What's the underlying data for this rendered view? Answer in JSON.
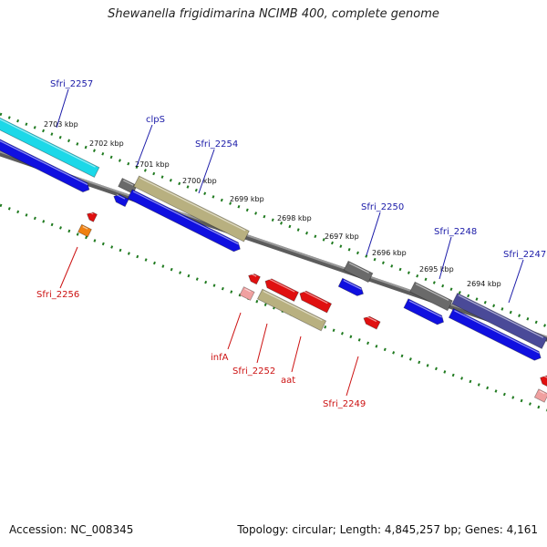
{
  "title": "Shewanella frigidimarina NCIMB 400, complete genome",
  "footer": {
    "accession": "Accession: NC_008345",
    "summary": "Topology: circular; Length: 4,845,257 bp; Genes: 4,161"
  },
  "colors": {
    "label_forward": "#1a1aa8",
    "label_reverse": "#cc1111",
    "backbone": "#7a7a7a",
    "dotted_track": "#1f7a1f",
    "cds_forward": "#1010e0",
    "cds_reverse": "#e01010",
    "rna_forward": "#6a6a6a",
    "gene_cyan": "#1cd8e8",
    "gene_olive": "#b8b080",
    "gene_purple": "#4a4a98",
    "gene_pink": "#f0a0a0",
    "gene_orange": "#f08010"
  },
  "scale_ticks": [
    {
      "label": "2703 kbp"
    },
    {
      "label": "2702 kbp"
    },
    {
      "label": "2701 kbp"
    },
    {
      "label": "2700 kbp"
    },
    {
      "label": "2699 kbp"
    },
    {
      "label": "2698 kbp"
    },
    {
      "label": "2697 kbp"
    },
    {
      "label": "2696 kbp"
    },
    {
      "label": "2695 kbp"
    },
    {
      "label": "2694 kbp"
    }
  ],
  "forward_labels": [
    {
      "name": "Sfri_2257"
    },
    {
      "name": "clpS"
    },
    {
      "name": "Sfri_2254"
    },
    {
      "name": "Sfri_2250"
    },
    {
      "name": "Sfri_2248"
    },
    {
      "name": "Sfri_2247"
    }
  ],
  "reverse_labels": [
    {
      "name": "Sfri_2256"
    },
    {
      "name": "infA"
    },
    {
      "name": "Sfri_2252"
    },
    {
      "name": "aat"
    },
    {
      "name": "Sfri_2249"
    }
  ]
}
